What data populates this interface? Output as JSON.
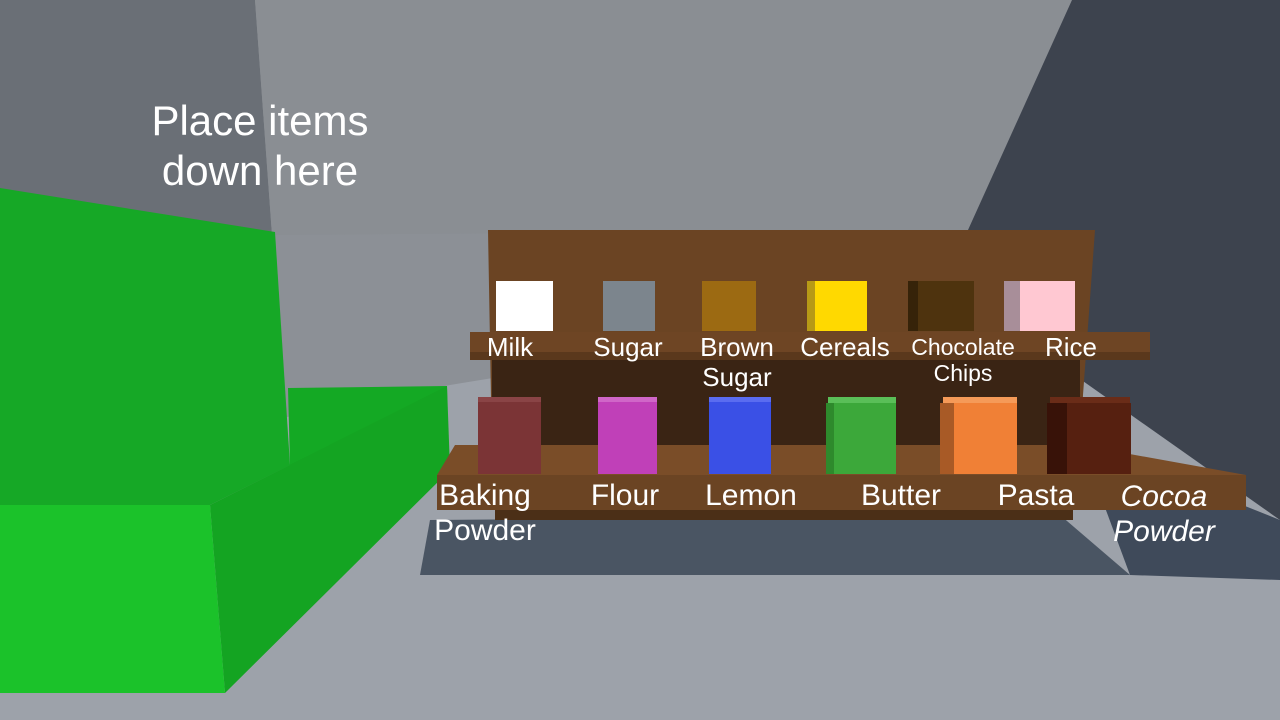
{
  "instruction": {
    "line1": "Place items",
    "line2": "down here"
  },
  "zone_color": "#1bc22a",
  "shelf_color": "#6b4423",
  "top_shelf_items": [
    {
      "label": "Milk",
      "color": "#ffffff"
    },
    {
      "label": "Sugar",
      "color": "#7c858d"
    },
    {
      "label": "Brown",
      "label2": "Sugar",
      "color": "#9c6a12"
    },
    {
      "label": "Cereals",
      "color": "#ffd900"
    },
    {
      "label": "Chocolate",
      "label2": "Chips",
      "color": "#4e330e"
    },
    {
      "label": "Rice",
      "color": "#ffc8d2"
    }
  ],
  "bottom_shelf_items": [
    {
      "label": "Baking",
      "label2": "Powder",
      "color": "#7b3436"
    },
    {
      "label": "Flour",
      "color": "#c040b8"
    },
    {
      "label": "Lemon",
      "color": "#3a50e6"
    },
    {
      "label": "Butter",
      "color": "#3ca83a"
    },
    {
      "label": "Pasta",
      "color": "#f08036"
    },
    {
      "label": "Cocoa",
      "label2": "Powder",
      "color": "#562010"
    }
  ]
}
